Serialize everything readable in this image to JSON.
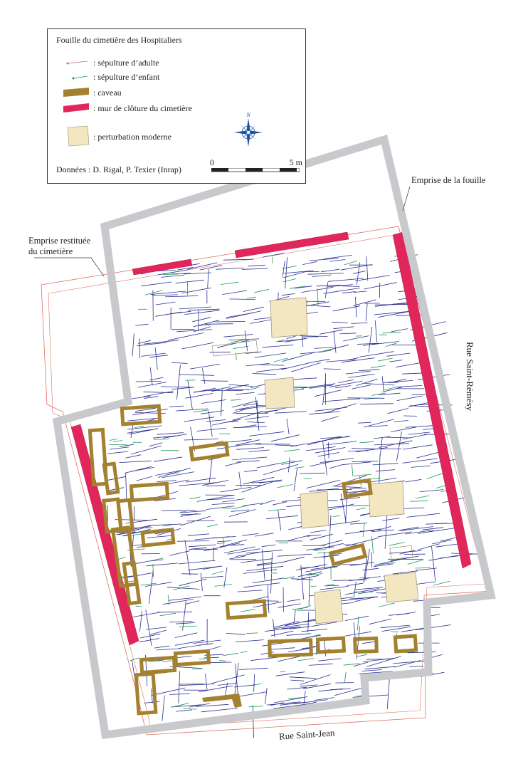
{
  "legend": {
    "title": "Fouille du cimetière des Hospitaliers",
    "items": [
      {
        "key": "adult",
        "label": ": sépulture d’adulte",
        "color": "#c06a84"
      },
      {
        "key": "child",
        "label": ": sépulture d’enfant",
        "color": "#1a9a5a"
      },
      {
        "key": "vault",
        "label": ": caveau",
        "color": "#a4812e"
      },
      {
        "key": "wall",
        "label": ": mur de clôture du cimetière",
        "color": "#e0265a"
      },
      {
        "key": "modern",
        "label": ": perturbation moderne",
        "color": "#f3e7c2"
      }
    ],
    "scale": {
      "start": "0",
      "end": "5 m"
    },
    "north_label": "N",
    "source": "Données : D. Rigal, P. Texier (Inrap)"
  },
  "labels": {
    "emprise_fouille": "Emprise de la fouille",
    "emprise_cimetiere_1": "Emprise restituée",
    "emprise_cimetiere_2": "du cimetière",
    "rue_remesy": "Rue Saint-Rémésy",
    "rue_jean": "Rue Saint-Jean"
  },
  "colors": {
    "excavation_boundary": "#c8c9cd",
    "restored_limit": "#e07060",
    "burial_adult": "#2b2e8f",
    "burial_child": "#1a9a5a",
    "vault": "#a4812e",
    "wall": "#e0265a",
    "modern": "#f3e7c2"
  }
}
